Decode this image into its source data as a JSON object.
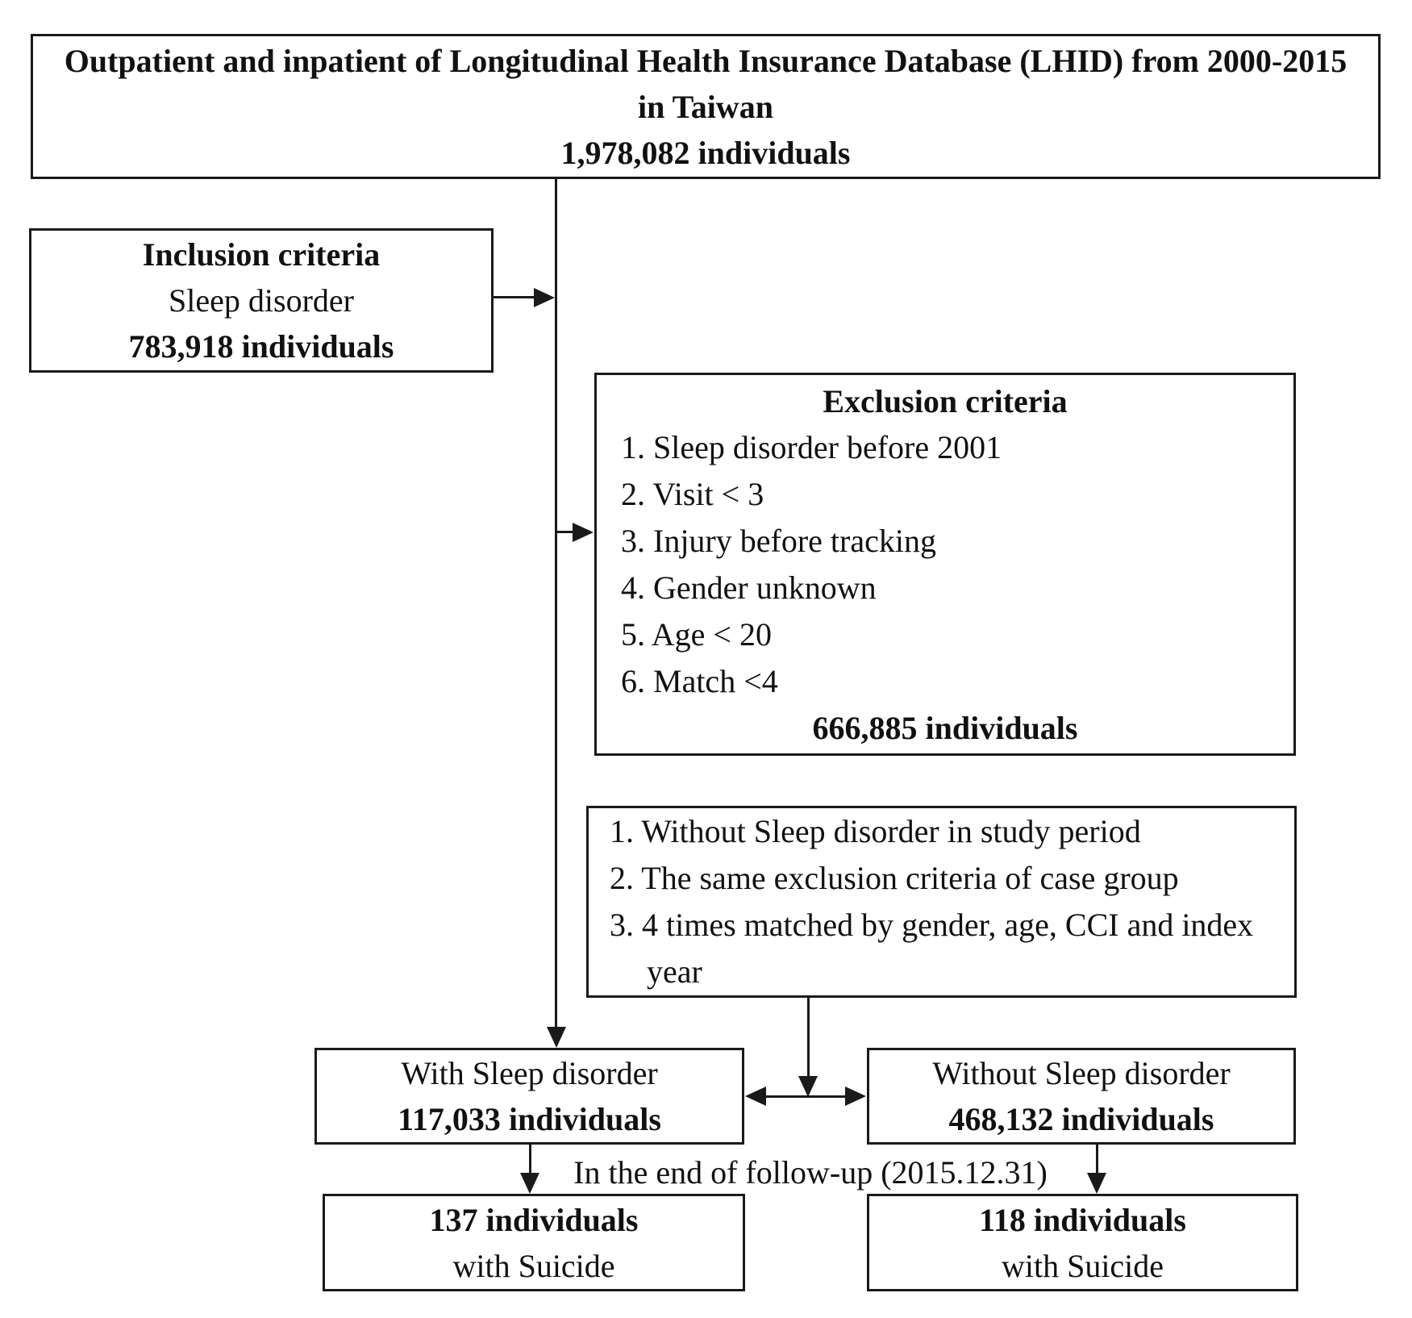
{
  "diagram": {
    "source_box": {
      "line1": "Outpatient and inpatient of Longitudinal Health Insurance Database (LHID) from 2000-2015",
      "line2": "in Taiwan",
      "line3": "1,978,082 individuals"
    },
    "inclusion_box": {
      "title": "Inclusion criteria",
      "subtitle": "Sleep disorder",
      "count": "783,918 individuals"
    },
    "exclusion_box": {
      "title": "Exclusion criteria",
      "items": [
        "1. Sleep disorder before 2001",
        "2. Visit < 3",
        "3. Injury before tracking",
        "4. Gender unknown",
        "5. Age < 20",
        "6. Match <4"
      ],
      "count": "666,885 individuals"
    },
    "matching_box": {
      "items": [
        "1. Without Sleep disorder in study period",
        "2. The same exclusion criteria of case group",
        "3. 4 times matched by gender, age, CCI and index\nyear"
      ]
    },
    "case_box": {
      "label": "With Sleep disorder",
      "count": "117,033 individuals"
    },
    "control_box": {
      "label": "Without Sleep disorder",
      "count": "468,132 individuals"
    },
    "followup_label": "In the end of follow-up (2015.12.31)",
    "case_outcome_box": {
      "count": "137 individuals",
      "label": "with Suicide"
    },
    "control_outcome_box": {
      "count": "118 individuals",
      "label": "with Suicide"
    }
  }
}
